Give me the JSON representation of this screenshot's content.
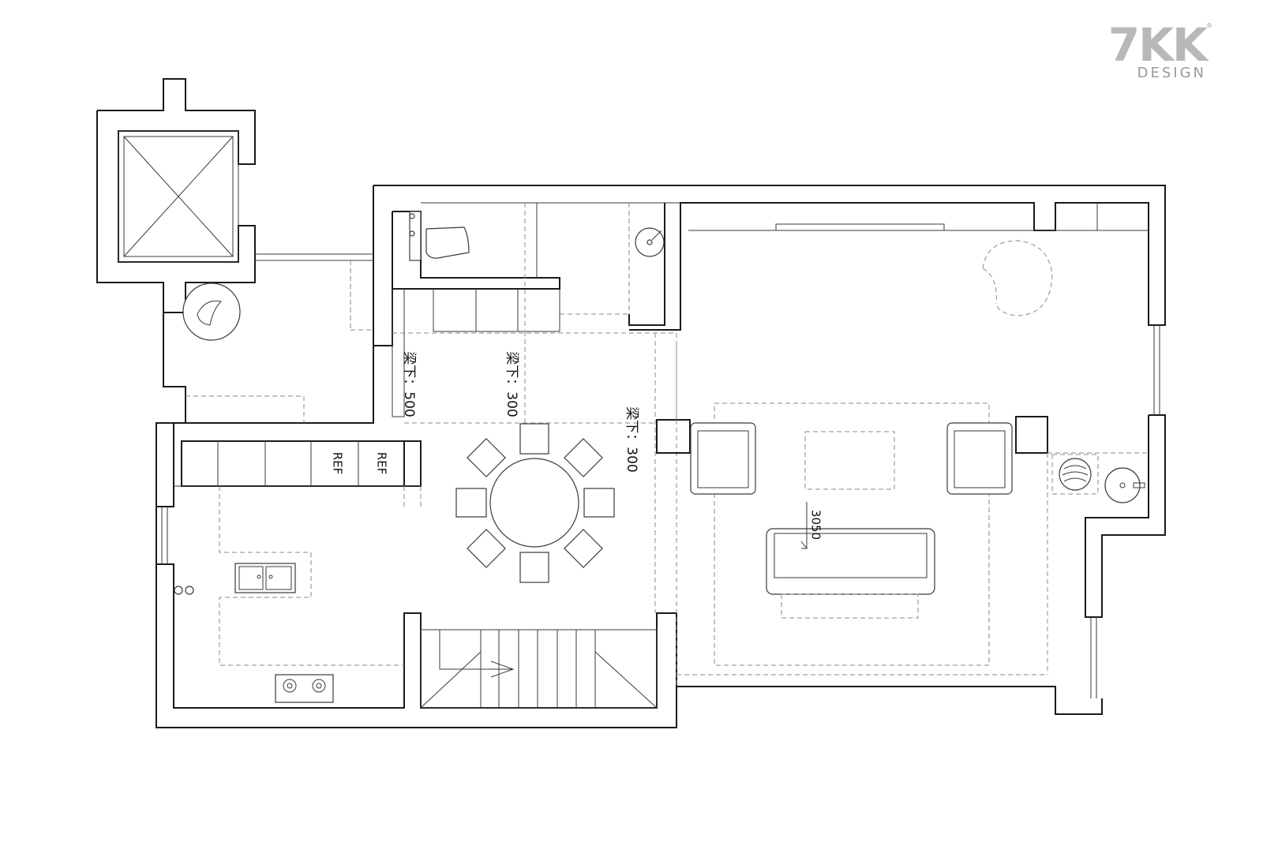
{
  "logo": {
    "mark": "7KK",
    "sub": "DESIGN",
    "reg": "®"
  },
  "labels": {
    "ref_left": "REF",
    "ref_right": "REF",
    "dimension": "3050"
  },
  "beams": [
    {
      "label": "梁下：500"
    },
    {
      "label": "梁下：300"
    },
    {
      "label": "梁下：300"
    }
  ],
  "colors": {
    "line": "#1a1a1a",
    "dashed": "#8a8a8a",
    "logo": "#b8b8b8"
  }
}
